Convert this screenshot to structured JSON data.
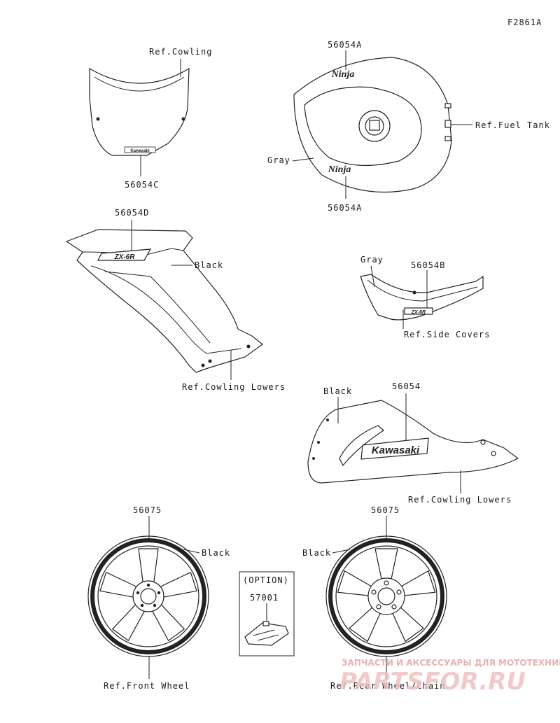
{
  "figure_code": "F2861A",
  "labels": {
    "ref_cowling": "Ref.Cowling",
    "part_56054C": "56054C",
    "part_56054A_top": "56054A",
    "part_56054A_bottom": "56054A",
    "gray_tank": "Gray",
    "ref_fuel_tank": "Ref.Fuel Tank",
    "part_56054D": "56054D",
    "black_side": "Black",
    "ref_cowling_lowers_1": "Ref.Cowling Lowers",
    "gray_cover": "Gray",
    "part_56054B": "56054B",
    "ref_side_covers": "Ref.Side Covers",
    "black_lower": "Black",
    "part_56054": "56054",
    "ref_cowling_lowers_2": "Ref.Cowling Lowers",
    "part_56075_front": "56075",
    "black_front_wheel": "Black",
    "option": "(OPTION)",
    "part_57001": "57001",
    "ref_front_wheel": "Ref.Front Wheel",
    "part_56075_rear": "56075",
    "black_rear_wheel": "Black",
    "ref_rear_wheel_chain": "Ref.Rear Wheel/Chain"
  },
  "decal_text": {
    "windshield": "Kawasaki",
    "tank_top": "Ninja",
    "tank_bottom": "Ninja",
    "side_fairing": "ZX-6R",
    "side_cover": "ZX-6R",
    "lower_cowl": "Kawasaki"
  },
  "watermark": {
    "line1": "ЗАПЧАСТИ И АКСЕССУАРЫ ДЛЯ МОТОТЕХНИКИ",
    "line2": "PARTSFOR.RU"
  }
}
